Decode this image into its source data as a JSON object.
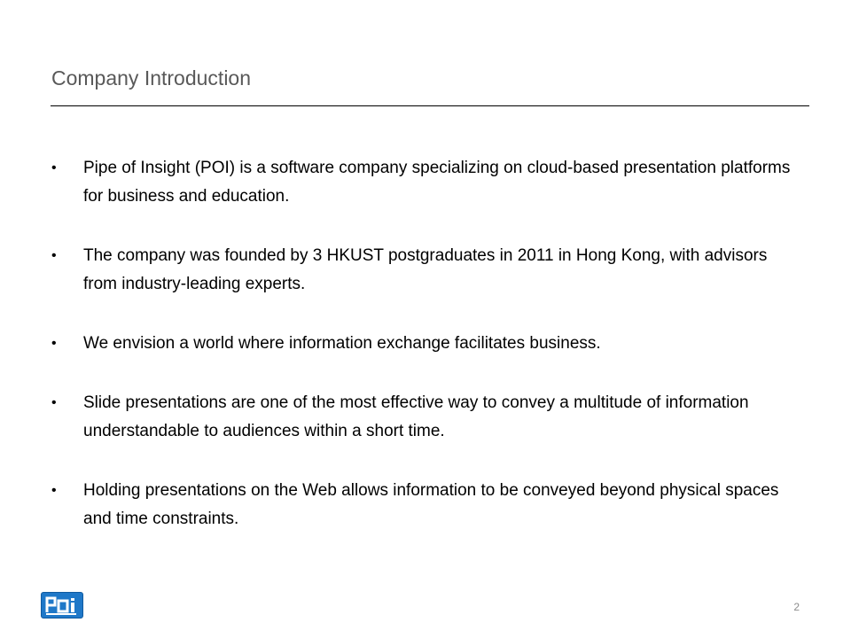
{
  "slide": {
    "title": "Company Introduction",
    "bullet_glyph": "•",
    "bullets": [
      "Pipe of Insight (POI) is a software company specializing on cloud-based presentation platforms for business and education.",
      "The company was founded by 3 HKUST postgraduates in 2011 in Hong Kong, with advisors from industry-leading experts.",
      "We envision a world where information exchange facilitates business.",
      "Slide presentations are one of the most effective way to convey a multitude of information understandable to audiences within a short time.",
      "Holding presentations on the Web allows information to be conveyed beyond physical spaces and time constraints."
    ],
    "page_number": "2",
    "logo": {
      "text": "POI",
      "color": "#1f78c8"
    }
  }
}
